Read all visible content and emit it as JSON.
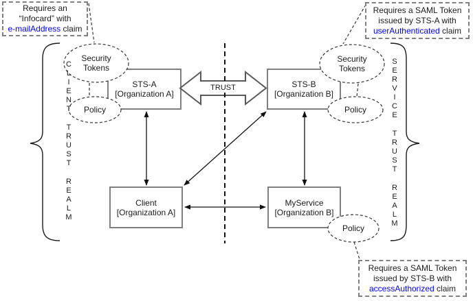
{
  "callouts": {
    "top_left": {
      "line1": "Requires an",
      "line2": "“Infocard” with",
      "claim": "e-mailAddress",
      "suffix": " claim"
    },
    "top_right": {
      "line1": "Requires a SAML Token",
      "line2": "issued by STS-A with",
      "claim": "userAuthenticated",
      "suffix": " claim"
    },
    "bottom_right": {
      "line1": "Requires a SAML Token",
      "line2": "issued by STS-B with",
      "claim": "accessAuthorized",
      "suffix": " claim"
    }
  },
  "nodes": {
    "sts_a": {
      "title": "STS-A",
      "subtitle": "[Organization A]"
    },
    "sts_b": {
      "title": "STS-B",
      "subtitle": "[Organization B]"
    },
    "client": {
      "title": "Client",
      "subtitle": "[Organization A]"
    },
    "my_service": {
      "title": "MyService",
      "subtitle": "[Organization B]"
    }
  },
  "artifacts": {
    "sts_a_tokens_label": "Security Tokens",
    "sts_a_policy_label": "Policy",
    "sts_b_tokens_label": "Security Tokens",
    "sts_b_policy_label": "Policy",
    "my_service_policy_label": "Policy"
  },
  "trust_arrow_label": "TRUST",
  "realms": {
    "left": "CLIENT TRUST REALM",
    "right": "SERVICE TRUST REALM"
  },
  "colors": {
    "claim_blue": "#0000FF",
    "box_border": "#808080",
    "callout_border": "#808080"
  }
}
